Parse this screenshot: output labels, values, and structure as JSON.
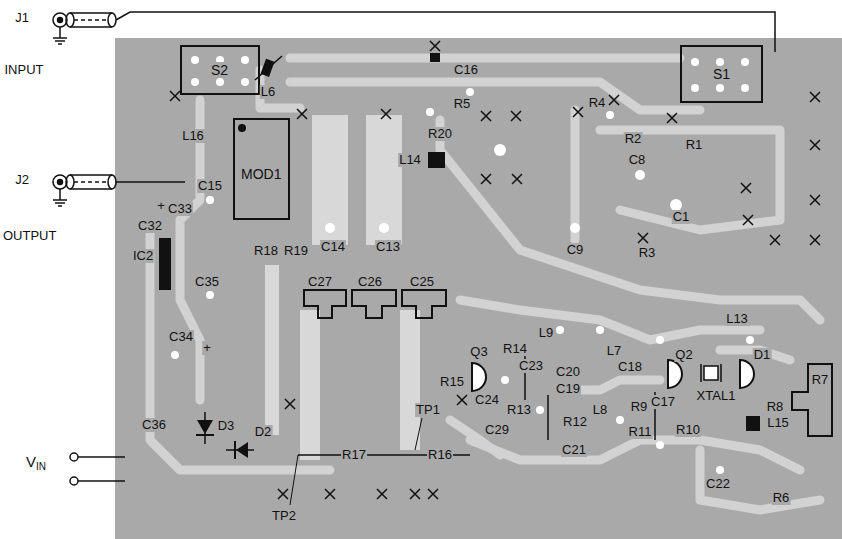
{
  "diagram": {
    "nodes": [
      {
        "text": [
          "S2"
        ]
      },
      {
        "text": [
          "S1"
        ]
      },
      {
        "text": [
          "MOD1"
        ]
      }
    ],
    "labels": [
      "J1",
      "INPUT",
      "J2",
      "OUTPUT",
      "L6",
      "C16",
      "R5",
      "R20",
      "L14",
      "R4",
      "R2",
      "R1",
      "C8",
      "C1",
      "R3",
      "C9",
      "L16",
      "C15",
      "+",
      "C33",
      "C32",
      "IC2",
      "C35",
      "R18",
      "R19",
      "C14",
      "C13",
      "C27",
      "C26",
      "C25",
      "C34",
      "+",
      "Q3",
      "R14",
      "L9",
      "C23",
      "R15",
      "C24",
      "R13",
      "C20",
      "C19",
      "L8",
      "R12",
      "C21",
      "C29",
      "L7",
      "C18",
      "Q2",
      "XTAL1",
      "L13",
      "D1",
      "R8",
      "R7",
      "C17",
      "R9",
      "R11",
      "R10",
      "L15",
      "C22",
      "R6",
      "C36",
      "D3",
      "D2",
      "R17",
      "R16",
      "TP1",
      "TP2",
      "V",
      "IN"
    ]
  }
}
